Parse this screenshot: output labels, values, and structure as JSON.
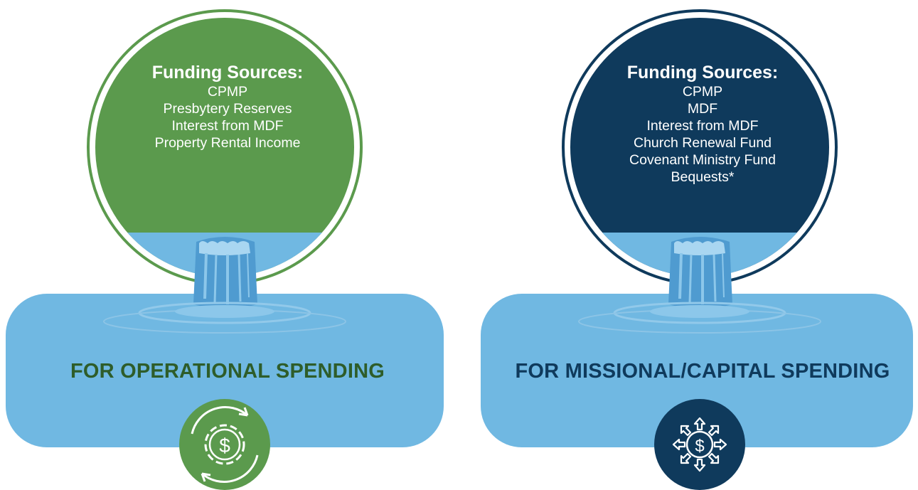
{
  "panels": [
    {
      "heading": "Funding Sources:",
      "sources": [
        "CPMP",
        "Presbytery Reserves",
        "Interest from MDF",
        "Property Rental Income"
      ],
      "label": "FOR OPERATIONAL SPENDING",
      "color": "#5b9a4d",
      "icon": "gear-dollar-cycle-icon"
    },
    {
      "heading": "Funding Sources:",
      "sources": [
        "CPMP",
        "MDF",
        "Interest from MDF",
        "Church Renewal Fund",
        "Covenant Ministry Fund",
        "Bequests*"
      ],
      "label": "FOR MISSIONAL/CAPITAL SPENDING",
      "color": "#0f3a5c",
      "icon": "dollar-arrows-outward-icon"
    }
  ],
  "colors": {
    "water": "#70b8e2",
    "water_dark": "#4f9bd0",
    "water_light": "#a9d6f1"
  }
}
